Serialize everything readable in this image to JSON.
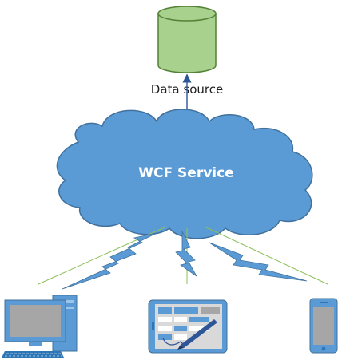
{
  "diagram": {
    "data_source": {
      "label": "Data source",
      "shape": "database-cylinder",
      "color": "#A9D18E",
      "stroke": "#538135"
    },
    "service": {
      "label": "WCF Service",
      "shape": "cloud",
      "color": "#5B9BD5",
      "stroke": "#41719C"
    },
    "connections": [
      {
        "from": "service",
        "to": "data-source",
        "type": "bidirectional-arrow",
        "color": "#2E5597"
      },
      {
        "from": "service",
        "to": "desktop-computer",
        "type": "wireless-lightning",
        "color": "#5B9BD5"
      },
      {
        "from": "service",
        "to": "tablet",
        "type": "wireless-lightning",
        "color": "#5B9BD5"
      },
      {
        "from": "service",
        "to": "smartphone",
        "type": "wireless-lightning",
        "color": "#5B9BD5"
      }
    ],
    "clients": [
      {
        "name": "desktop-computer",
        "icon": "desktop-computer-icon"
      },
      {
        "name": "tablet",
        "icon": "tablet-icon"
      },
      {
        "name": "smartphone",
        "icon": "smartphone-icon"
      }
    ],
    "guide_line_color": "#8CBF5A"
  }
}
